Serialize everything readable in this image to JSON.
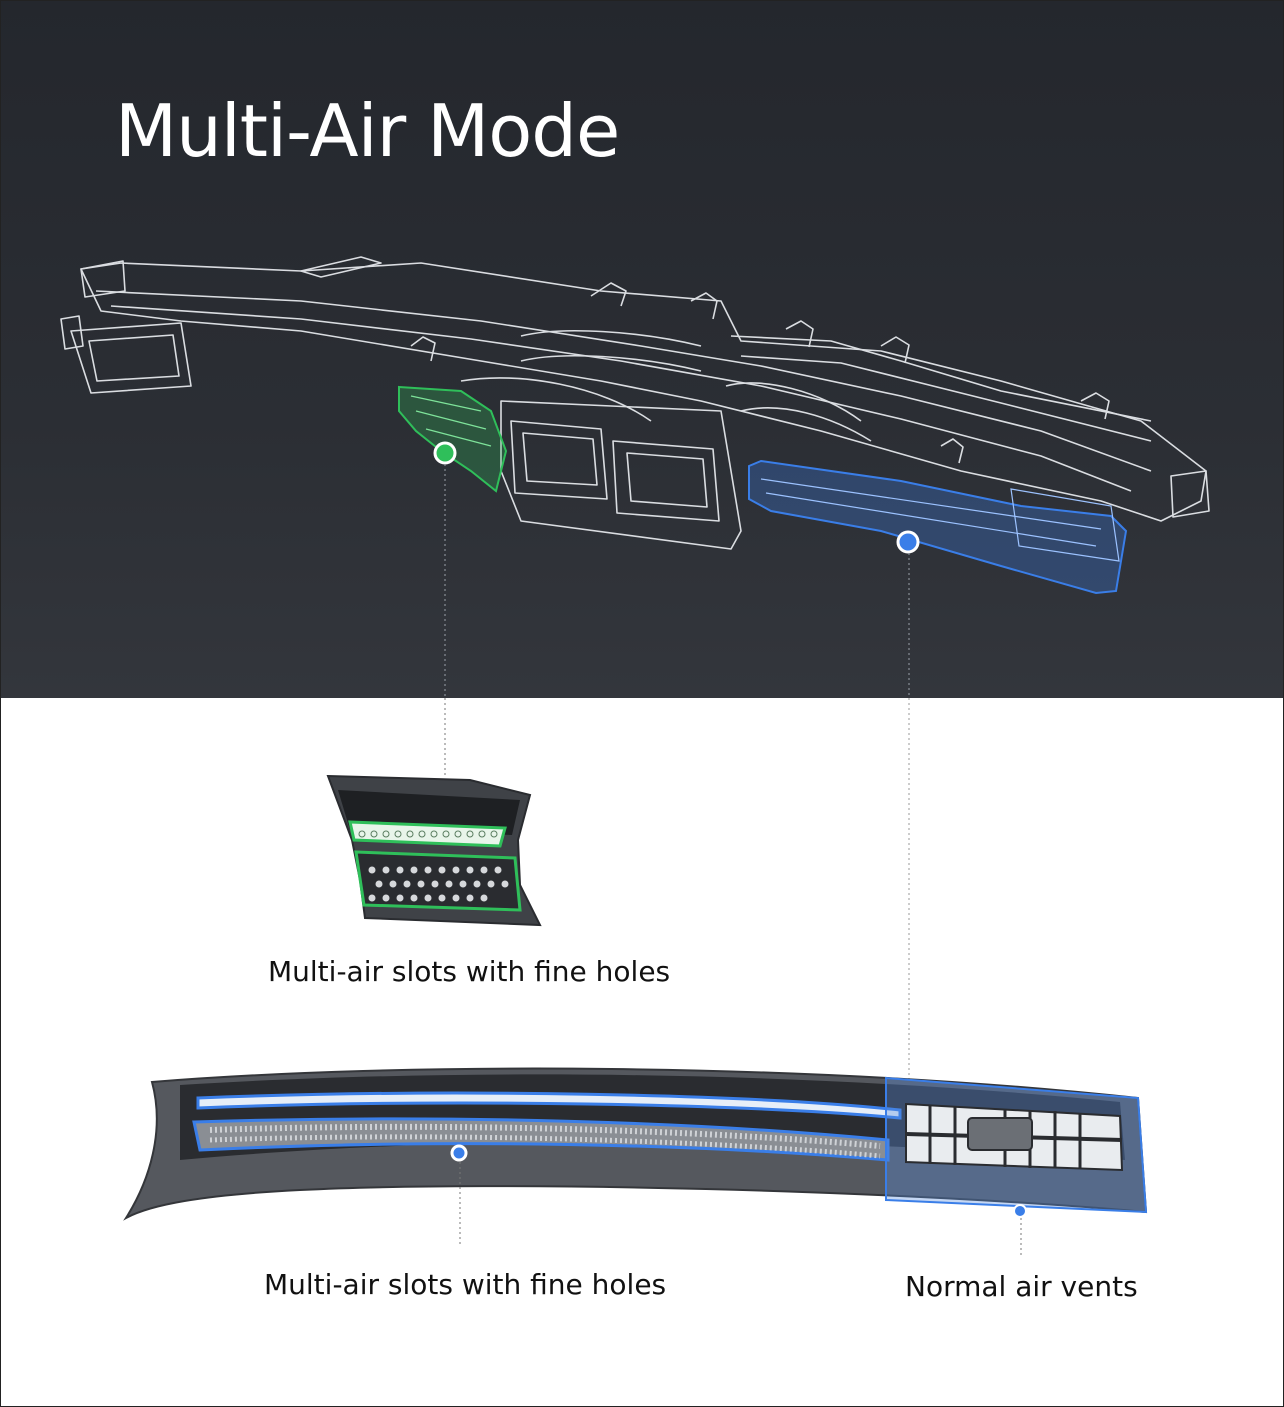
{
  "title": "Multi-Air Mode",
  "captions": {
    "small_vent": "Multi-air slots with fine holes",
    "long_vent_slots": "Multi-air slots with fine holes",
    "long_vent_normal": "Normal air vents"
  },
  "colors": {
    "dark_bg": "#272a30",
    "green_highlight": "#2fbf5a",
    "blue_highlight": "#3a7ee8",
    "line_white": "#ffffff"
  }
}
